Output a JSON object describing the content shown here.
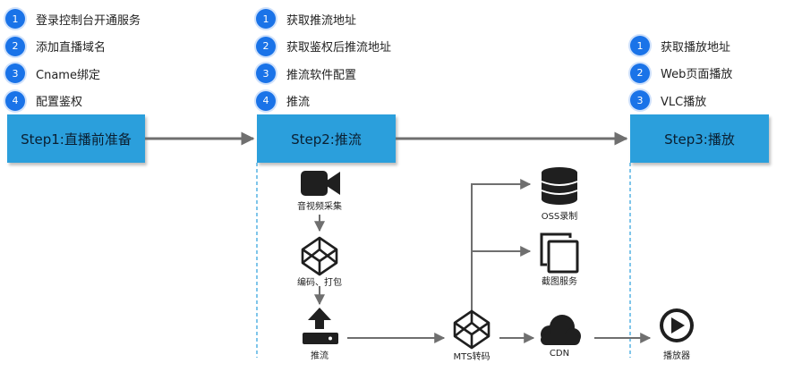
{
  "colors": {
    "accent": "#1a73e8",
    "step_box": "#2b9fdc",
    "arrow": "#6f6f6f",
    "icon": "#1f1f1f",
    "divider": "#2b9fdc"
  },
  "step1": {
    "title": "Step1:直播前准备",
    "items": [
      {
        "num": "1",
        "text": "登录控制台开通服务"
      },
      {
        "num": "2",
        "text": "添加直播域名"
      },
      {
        "num": "3",
        "text": "Cname绑定"
      },
      {
        "num": "4",
        "text": "配置鉴权"
      }
    ]
  },
  "step2": {
    "title": "Step2:推流",
    "items": [
      {
        "num": "1",
        "text": "获取推流地址"
      },
      {
        "num": "2",
        "text": "获取鉴权后推流地址"
      },
      {
        "num": "3",
        "text": "推流软件配置"
      },
      {
        "num": "4",
        "text": "推流"
      }
    ]
  },
  "step3": {
    "title": "Step3:播放",
    "items": [
      {
        "num": "1",
        "text": "获取播放地址"
      },
      {
        "num": "2",
        "text": "Web页面播放"
      },
      {
        "num": "3",
        "text": "VLC播放"
      }
    ]
  },
  "nodes": {
    "capture": {
      "label": "音视频采集",
      "icon": "video-camera-icon"
    },
    "encode": {
      "label": "编码、打包",
      "icon": "codepen-cube-icon"
    },
    "push": {
      "label": "推流",
      "icon": "upload-icon"
    },
    "mts": {
      "label": "MTS转码",
      "icon": "codepen-cube-icon"
    },
    "oss": {
      "label": "OSS录制",
      "icon": "database-icon"
    },
    "snapshot": {
      "label": "截图服务",
      "icon": "copy-squares-icon"
    },
    "cdn": {
      "label": "CDN",
      "icon": "cloud-icon"
    },
    "player": {
      "label": "播放器",
      "icon": "play-circle-icon"
    }
  }
}
